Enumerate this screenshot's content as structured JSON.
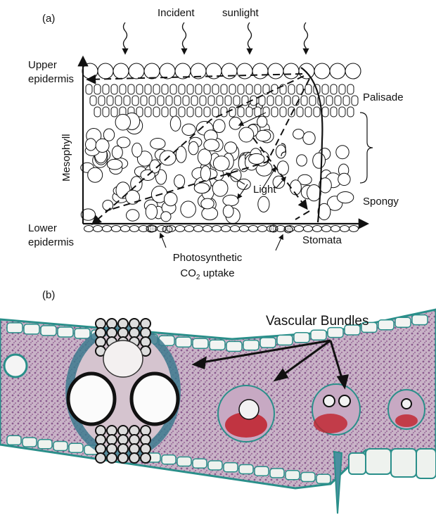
{
  "panel_a": {
    "tag": "(a)",
    "incident": "Incident",
    "sunlight": "sunlight",
    "upper1": "Upper",
    "upper2": "epidermis",
    "palisade": "Palisade",
    "mesophyll": "Mesophyll",
    "co2": "CO",
    "co2_sub": "2",
    "light": "Light",
    "spongy": "Spongy",
    "lower1": "Lower",
    "lower2": "epidermis",
    "stomata": "Stomata",
    "photo1": "Photosynthetic",
    "photo2a": "CO",
    "photo2_sub": "2",
    "photo2b": " uptake"
  },
  "panel_b": {
    "tag": "(b)",
    "vascular": "Vascular Bundles"
  },
  "colors": {
    "stain_blue": "#2a8f8a",
    "stain_red": "#c0202a",
    "tissue_purple": "#b08ab0"
  }
}
